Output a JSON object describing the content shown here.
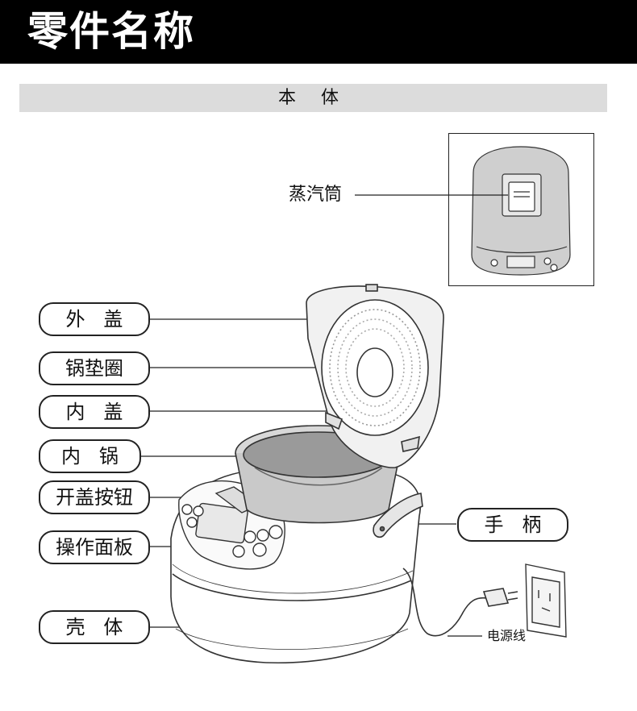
{
  "header": {
    "title": "零件名称"
  },
  "section": {
    "label": "本 体"
  },
  "callouts_left": [
    {
      "text": "外   盖"
    },
    {
      "text": "锅垫圈"
    },
    {
      "text": "内   盖"
    },
    {
      "text": "内   锅"
    },
    {
      "text": "开盖按钮"
    },
    {
      "text": "操作面板"
    },
    {
      "text": "壳   体"
    }
  ],
  "callouts_right": [
    {
      "text": "手   柄"
    }
  ],
  "inset": {
    "label": "蒸汽筒"
  },
  "cord": {
    "label": "电源线"
  }
}
